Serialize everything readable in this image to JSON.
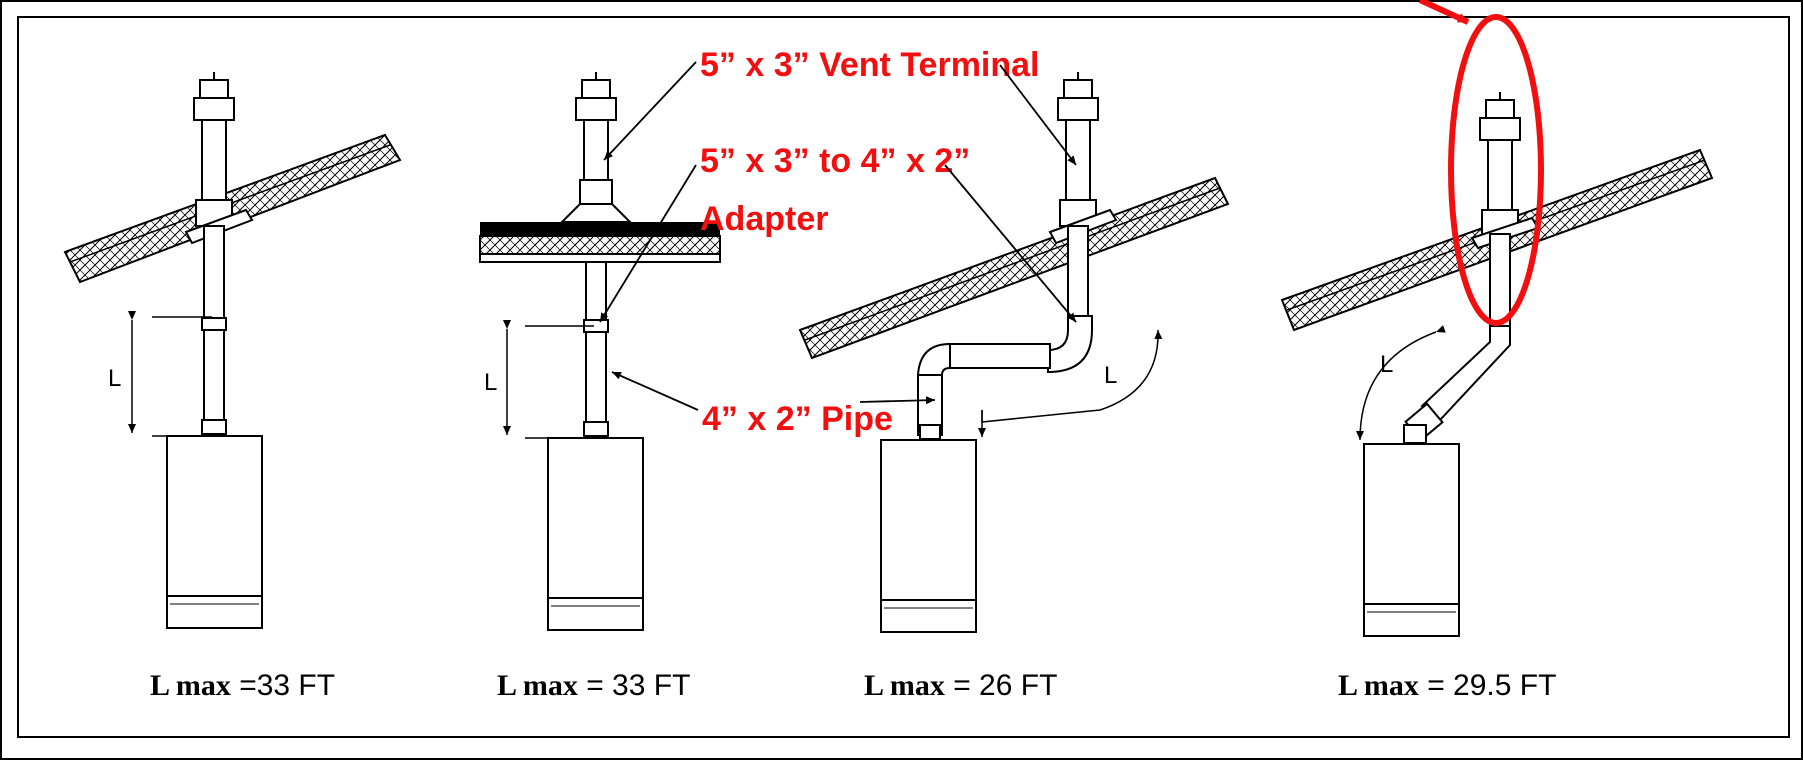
{
  "callouts": {
    "vent_terminal": "5” x 3” Vent Terminal",
    "adapter_line1": "5” x 3” to 4” x 2”",
    "adapter_line2": "Adapter",
    "pipe": "4” x 2” Pipe"
  },
  "captions": [
    {
      "bold": "L max",
      "rest": " =33 FT"
    },
    {
      "bold": "L max",
      "rest": " = 33 FT"
    },
    {
      "bold": "L max",
      "rest": " =  26 FT"
    },
    {
      "bold": "L max",
      "rest": " = 29.5 FT"
    }
  ],
  "dimension_label": "L",
  "colors": {
    "callout": "#f20f0f",
    "line": "#000000",
    "frame": "#000000"
  }
}
